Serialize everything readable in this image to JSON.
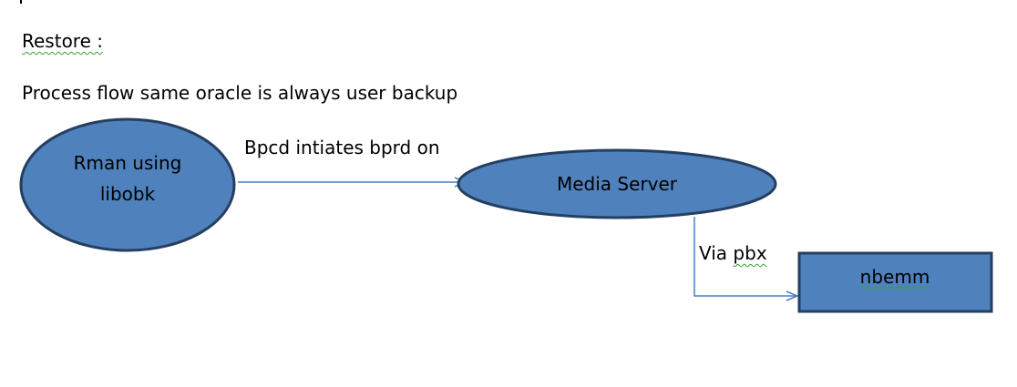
{
  "heading": "Restore :",
  "subheading": "Process flow same oracle is always user backup",
  "nodes": {
    "rman": {
      "line1": "Rman using",
      "line2": "libobk"
    },
    "media_server": {
      "label": "Media Server"
    },
    "nbemm": {
      "label": "nbemm"
    }
  },
  "edges": {
    "rman_to_media": "Bpcd intiates bprd on",
    "media_to_nbemm": "Via pbx"
  },
  "colors": {
    "shape_fill": "#4f81bd",
    "shape_stroke": "#243f60",
    "arrow": "#4a7ebb"
  }
}
